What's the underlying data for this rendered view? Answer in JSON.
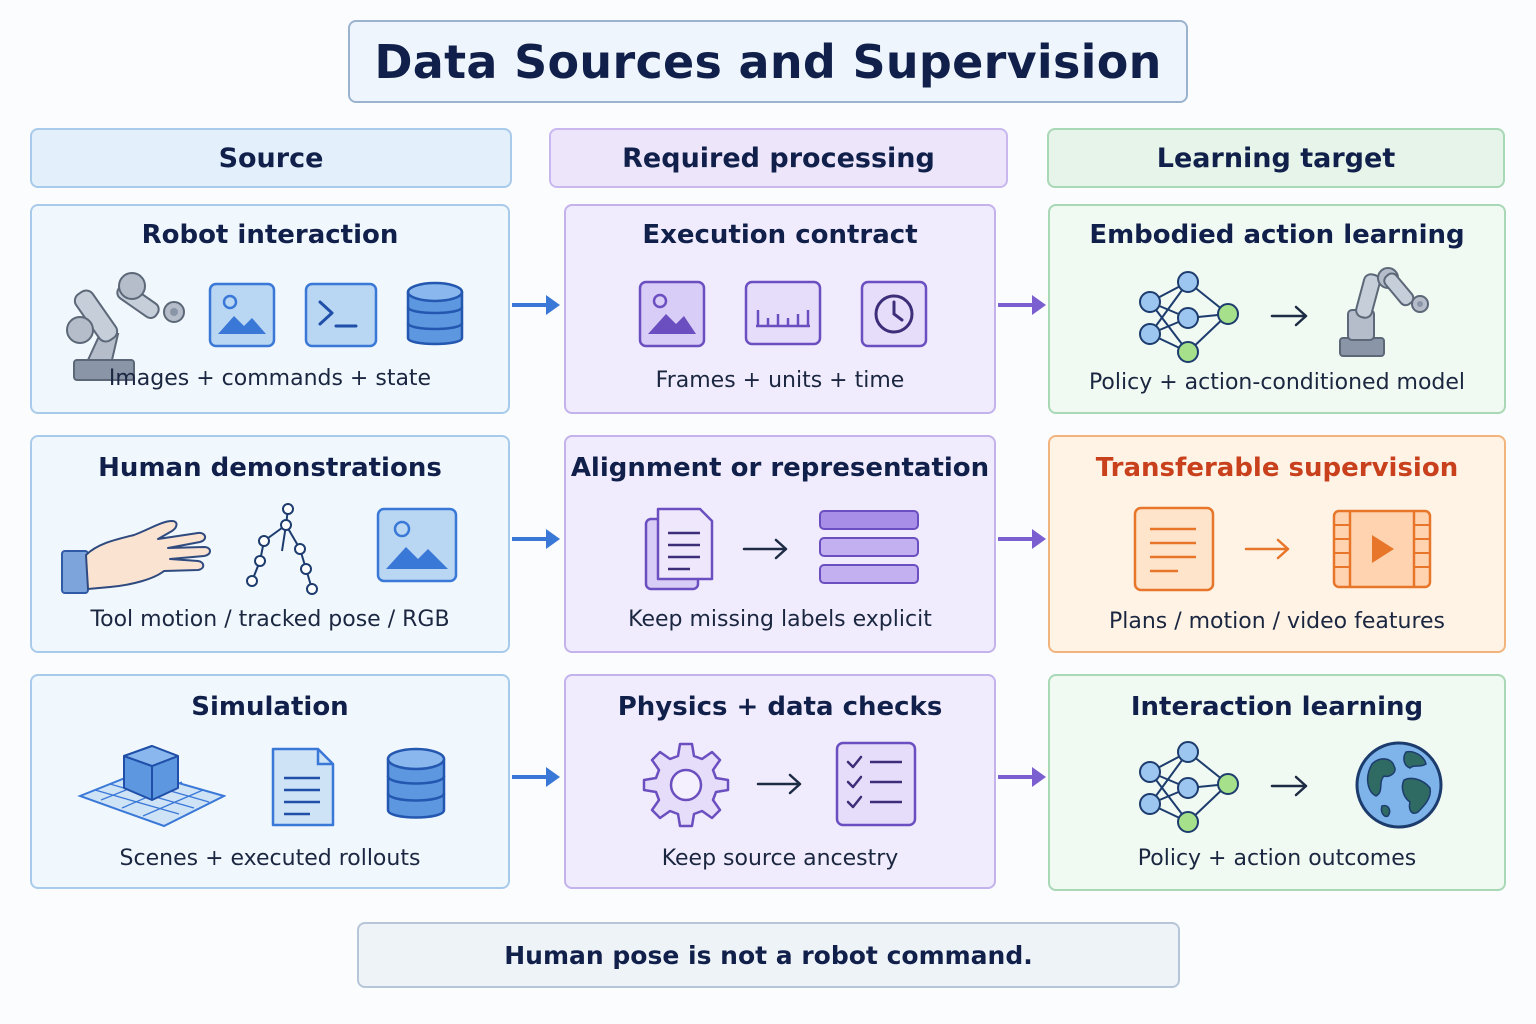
{
  "title": "Data Sources and Supervision",
  "columns": {
    "source": "Source",
    "processing": "Required processing",
    "target": "Learning target"
  },
  "rows": [
    {
      "source": {
        "title": "Robot interaction",
        "caption": "Images + commands + state",
        "icons": [
          "robot-arm-icon",
          "image-icon",
          "terminal-icon",
          "database-icon"
        ]
      },
      "processing": {
        "title": "Execution contract",
        "caption": "Frames + units + time",
        "icons": [
          "image-icon",
          "ruler-icon",
          "clock-icon"
        ]
      },
      "target": {
        "title": "Embodied action learning",
        "caption": "Policy + action-conditioned model",
        "icons": [
          "neural-network-icon",
          "arrow-right-icon",
          "robot-arm-icon"
        ]
      }
    },
    {
      "source": {
        "title": "Human demonstrations",
        "caption": "Tool motion / tracked pose / RGB",
        "icons": [
          "hand-icon",
          "skeleton-pose-icon",
          "image-icon"
        ]
      },
      "processing": {
        "title": "Alignment or representation",
        "caption": "Keep missing labels explicit",
        "icons": [
          "documents-icon",
          "arrow-right-icon",
          "list-bars-icon"
        ]
      },
      "target": {
        "title": "Transferable supervision",
        "caption": "Plans / motion / video features",
        "icons": [
          "document-icon",
          "arrow-right-icon",
          "video-icon"
        ]
      }
    },
    {
      "source": {
        "title": "Simulation",
        "caption": "Scenes + executed rollouts",
        "icons": [
          "cube-grid-icon",
          "document-icon",
          "database-icon"
        ]
      },
      "processing": {
        "title": "Physics + data checks",
        "caption": "Keep source ancestry",
        "icons": [
          "gear-icon",
          "arrow-right-icon",
          "checklist-icon"
        ]
      },
      "target": {
        "title": "Interaction learning",
        "caption": "Policy + action outcomes",
        "icons": [
          "neural-network-icon",
          "arrow-right-icon",
          "globe-icon"
        ]
      }
    }
  ],
  "note": "Human pose is not a robot command.",
  "colors": {
    "blue": "#3a78d8",
    "purple": "#7b5fd0",
    "green": "#6cc04a",
    "orange": "#e8762a",
    "orange_title": "#c8401c",
    "navy": "#11204a"
  }
}
